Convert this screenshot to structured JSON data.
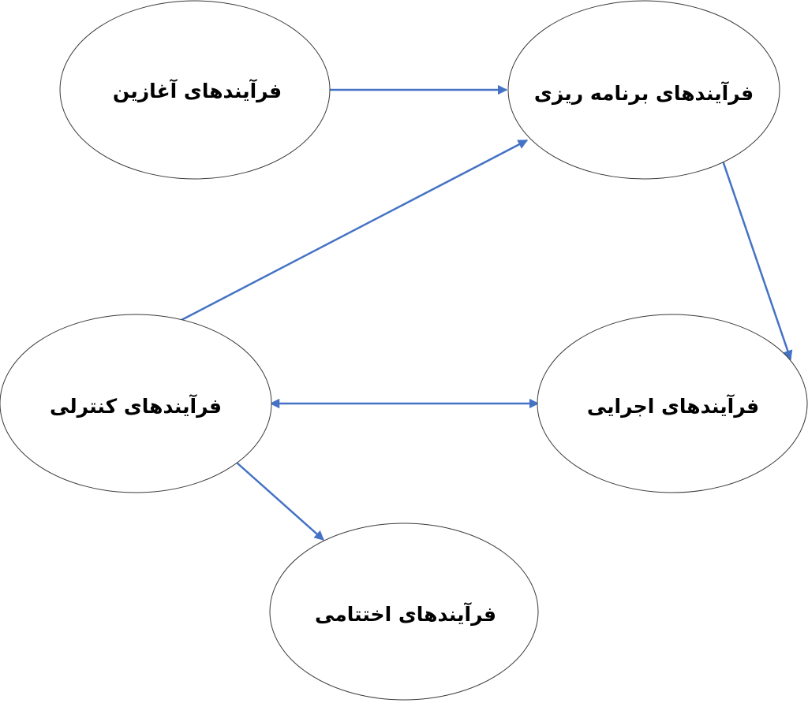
{
  "diagram": {
    "edge_color": "#4472c4",
    "nodes": {
      "initiating": {
        "label": "فرآیندهای آغازین"
      },
      "planning": {
        "label": "فرآیندهای برنامه ریزی"
      },
      "controlling": {
        "label": "فرآیندهای کنترلی"
      },
      "executing": {
        "label": "فرآیندهای اجرایی"
      },
      "closing": {
        "label": "فرآیندهای اختتامی"
      }
    },
    "edges": [
      {
        "from": "initiating",
        "to": "planning",
        "direction": "forward"
      },
      {
        "from": "controlling",
        "to": "planning",
        "direction": "forward"
      },
      {
        "from": "planning",
        "to": "executing",
        "direction": "forward"
      },
      {
        "from": "controlling",
        "to": "executing",
        "direction": "both"
      },
      {
        "from": "controlling",
        "to": "closing",
        "direction": "forward"
      }
    ]
  }
}
